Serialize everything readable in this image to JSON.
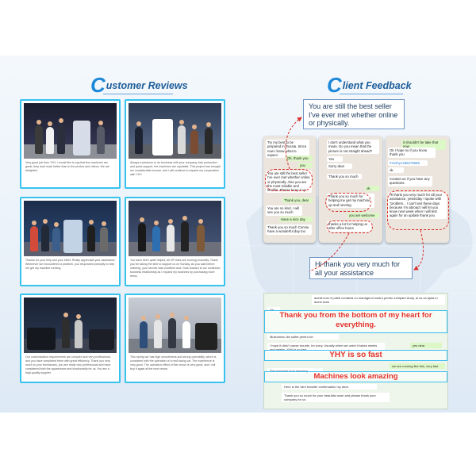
{
  "headings": {
    "left_initial": "C",
    "left_rest": "ustomer Reviews",
    "right_initial": "C",
    "right_rest": "lient Feedback"
  },
  "reviews": [
    {
      "caption": "Very good job from YHY, I would like to say that the machines are great, they look much better than in the photos and videos. We are delighted."
    },
    {
      "caption": "Always a pleasure to do business with your company, fast production and quick support, the machines are equitable. This project has brought me considerable income, and I will continue to expand my cooperation with YHY."
    },
    {
      "caption": "Thanks for your help and your effort. Really appreciate your assistance. Whenever we encountered a problem, you responded promptly to help me get my machine running."
    },
    {
      "caption": "You have been quite helpful, all VR rides are running smoothly. Thank you for taking the time to support us on Sunday. As you said before ordering, your service was excellent and I look forward to our continued business relationship as I expand my business by purchasing more items."
    },
    {
      "caption": "Our customization requirements are complex and very professional, and you have completed them with great efficiency. Thank you very much to your technicians, you are really very professional and have considered both the appearance and functionality for us. You are a high-quality supplier."
    },
    {
      "caption": "This racing car has high smoothness and strong operability, which is consistent with the operation of a real racing car. The experience is very good. The operation effect of this venue is very good, and I will buy it again at the next venue."
    }
  ],
  "chat1": {
    "lines": [
      "Try my best to be prepared in Russia. Since now I know what to expect.",
      "Ok, thank you",
      "you",
      "You are still the best seller I've ever met whether online or physically. Also you are the most reliable and flexible. Please keep it up",
      "Thank you, dear",
      "You are so kind, I will see you so much",
      "Have a nice day",
      "Thank you so much Connie have a wonderful day too"
    ]
  },
  "chat2": {
    "lines": [
      "I don't understand what you mean. Do you mean that the picture is not straight ahead?",
      "Yes",
      "Sorry dear",
      "Thank you so much",
      "ok",
      "Thank you so much for helping me get my machine up and running",
      "you are welcome",
      "thanks a lot for helping us after office hours"
    ]
  },
  "chat3": {
    "lines": [
      "it shouldn't be take that now",
      "Ok I hope so if you know thank you",
      "#Yoshy1466279589",
      "ok",
      "Contact us if you have any questions.",
      "Hi thank you very much for all your assistance, yesterday I spoke with \"problem... I can't test these days because I'm abroad I will let you know next week when I will test again for an update thank you"
    ]
  },
  "callouts": {
    "top": "You are still the best seller I've ever met whether online or physically.",
    "bottom": "Hi thank you very much for all your assistance"
  },
  "feedback": {
    "line1": "acesti kuru il puteti contacta cu managerul nostru pentru echipare Andy, al ca va ajuta in acest sens",
    "line2": "Ok",
    "big1": "Thank you from the bottom of my heart for everything.",
    "line3": "Multumesc din suflet pentru tot",
    "line4": "I hope it didn't cause trouble, Im sorry. Usually when we order it takes weeks and weeks. YHY is so fast.",
    "big2": "YHY is so fast",
    "line5": "yes dear",
    "line6": "we are running like this, very fast",
    "line7": "The machine look amazing",
    "big3": "Machines look amazing",
    "line8": "Here is the wire transfer confirmation my dear.",
    "line9": "Thank you so much for your beautiful work and please thank your company for us"
  }
}
